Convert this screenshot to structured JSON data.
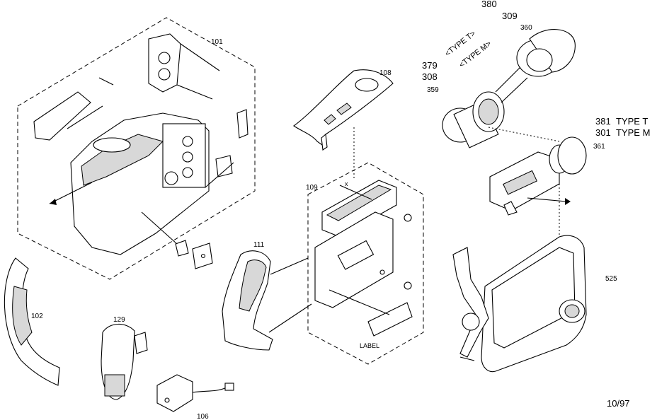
{
  "parts": {
    "p101": "101",
    "p102": "102",
    "p106": "106",
    "p108": "108",
    "p109": "109",
    "p111": "111",
    "p129": "129",
    "p301": "301",
    "p308": "308",
    "p309": "309",
    "p359": "359",
    "p360": "360",
    "p361": "361",
    "p379": "379",
    "p380": "380",
    "p381": "381",
    "p525": "525"
  },
  "variants": {
    "type_t_curved": "<TYPE T>",
    "type_m_curved": "<TYPE M>",
    "type_t": "TYPE T",
    "type_m": "TYPE M"
  },
  "labels": {
    "label_plate": "LABEL",
    "x_mark": "x",
    "date_code": "10/97"
  }
}
